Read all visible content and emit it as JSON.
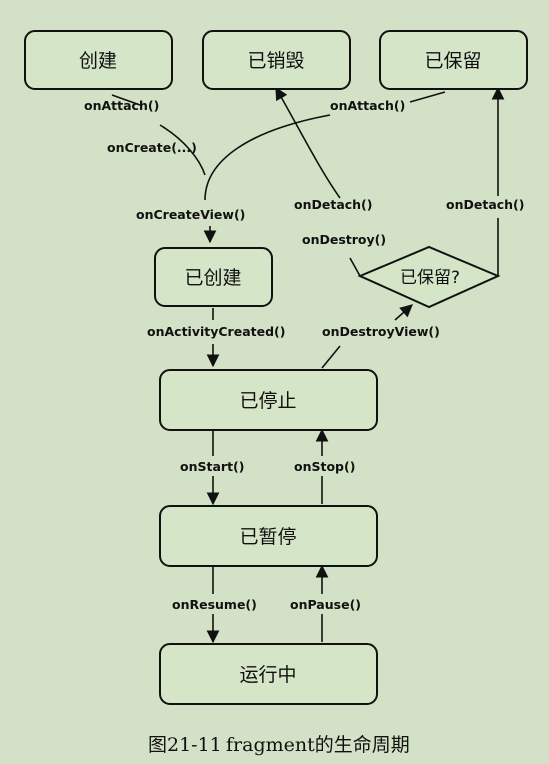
{
  "nodes": {
    "created": "创建",
    "destroyed": "已销毁",
    "retained": "已保留",
    "view_created": "已创建",
    "retained_decision": "已保留?",
    "stopped": "已停止",
    "paused": "已暂停",
    "running": "运行中"
  },
  "edges": {
    "on_attach_left": "onAttach()",
    "on_create": "onCreate(...)",
    "on_attach_right": "onAttach()",
    "on_create_view": "onCreateView()",
    "on_detach_mid": "onDetach()",
    "on_destroy": "onDestroy()",
    "on_detach_right": "onDetach()",
    "on_activity_created": "onActivityCreated()",
    "on_destroy_view": "onDestroyView()",
    "on_start": "onStart()",
    "on_stop": "onStop()",
    "on_resume": "onResume()",
    "on_pause": "onPause()"
  },
  "caption": {
    "figure_number": "图21-11",
    "title": "fragment的生命周期"
  }
}
